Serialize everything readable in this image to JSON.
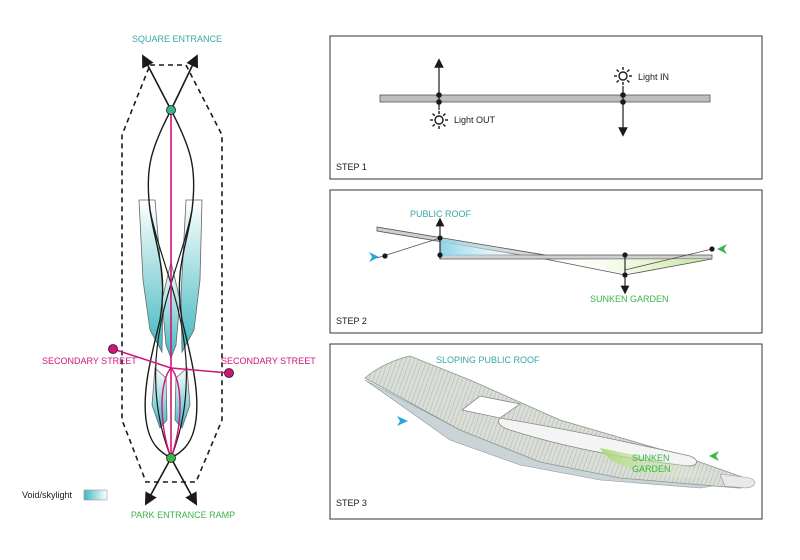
{
  "plan": {
    "top_label": "SQUARE ENTRANCE",
    "bottom_label": "PARK ENTRANCE RAMP",
    "left_label": "SECONDARY STREET",
    "right_label": "SECONDARY STREET",
    "legend_label": "Void/skylight"
  },
  "step1": {
    "title": "STEP 1",
    "light_in": "Light IN",
    "light_out": "Light OUT"
  },
  "step2": {
    "title": "STEP 2",
    "public_roof": "PUBLIC ROOF",
    "sunken_garden": "SUNKEN GARDEN"
  },
  "step3": {
    "title": "STEP 3",
    "sloping_roof": "SLOPING PUBLIC ROOF",
    "sunken_line1": "SUNKEN",
    "sunken_line2": "GARDEN"
  },
  "colors": {
    "teal": "#3aa6a6",
    "magenta": "#d0157a",
    "green": "#3bb54a",
    "blue_arrow": "#2aa6dd",
    "dark": "#1a1a1a"
  }
}
